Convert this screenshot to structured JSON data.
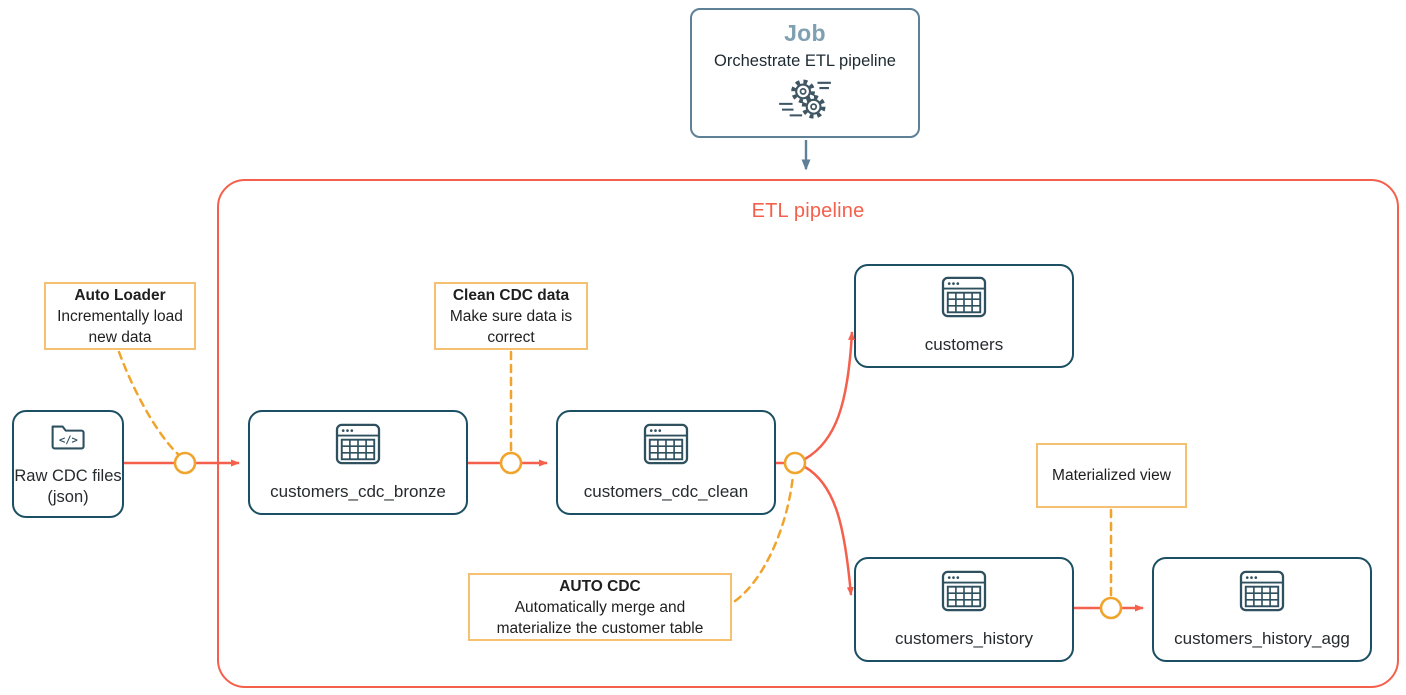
{
  "diagram": {
    "job": {
      "title": "Job",
      "subtitle": "Orchestrate ETL pipeline",
      "icon": "gears-automation-icon"
    },
    "pipeline": {
      "title": "ETL pipeline"
    },
    "nodes": [
      {
        "label": "Raw CDC files (json)",
        "icon": "folder-code-icon"
      },
      {
        "label": "customers_cdc_bronze",
        "icon": "table-icon"
      },
      {
        "label": "customers_cdc_clean",
        "icon": "table-icon"
      },
      {
        "label": "customers",
        "icon": "table-icon"
      },
      {
        "label": "customers_history",
        "icon": "table-icon"
      },
      {
        "label": "customers_history_agg",
        "icon": "table-icon"
      }
    ],
    "callouts": [
      {
        "title": "Auto Loader",
        "body": "Incrementally load new data"
      },
      {
        "title": "Clean CDC data",
        "body": "Make sure data is correct"
      },
      {
        "title": "AUTO CDC",
        "body": "Automatically merge and materialize the customer table"
      },
      {
        "title": "",
        "body": "Materialized view"
      }
    ],
    "colors": {
      "accent_red": "#F4604C",
      "accent_amber": "#F0A42C",
      "annotation_border": "#F5C171",
      "node_border": "#1B4F63",
      "job_border": "#5E8198",
      "job_title_text": "#7FA0B2",
      "text": "#22282C"
    }
  }
}
